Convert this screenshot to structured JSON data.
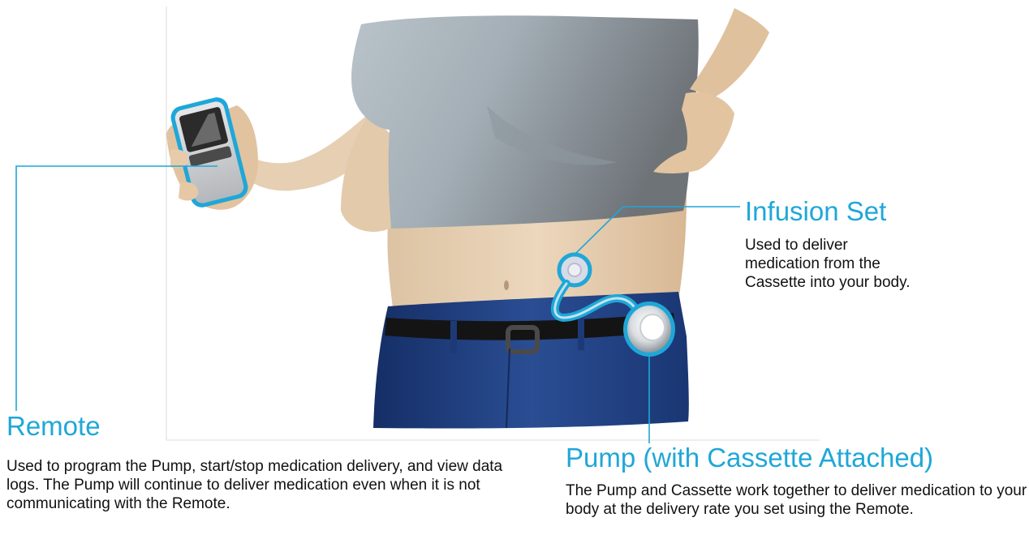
{
  "accent_color": "#1fa7d8",
  "callouts": {
    "remote": {
      "title": "Remote",
      "description": "Used to program the Pump, start/stop medication delivery, and view data logs. The Pump will continue to deliver medication even when it is not communicating with the Remote."
    },
    "infusion_set": {
      "title": "Infusion Set",
      "description": "Used to deliver medication from the Cassette into your body."
    },
    "pump": {
      "title": "Pump (with Cassette Attached)",
      "description": "The Pump and Cassette work together to deliver medication to your body at the delivery rate you set using the Remote."
    }
  },
  "illustration": {
    "subjects": [
      "torso",
      "shirt",
      "jeans",
      "belt",
      "left-hand",
      "right-hand",
      "remote-device",
      "infusion-set",
      "tubing",
      "pump-device"
    ]
  }
}
